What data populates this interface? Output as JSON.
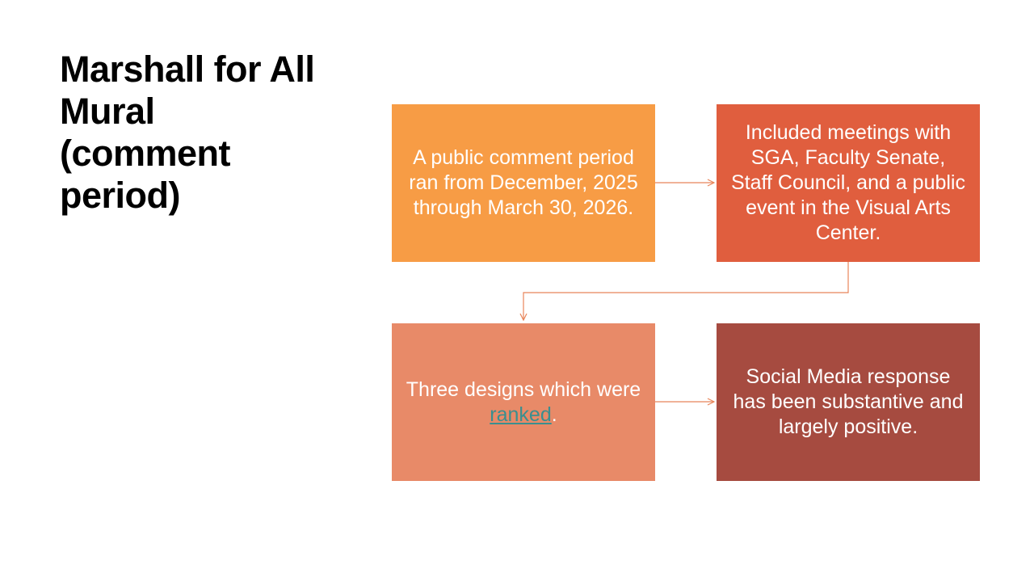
{
  "slide": {
    "title": "Marshall for All Mural (comment period)"
  },
  "colors": {
    "step1": "#F79C45",
    "step2": "#E05E3E",
    "step3": "#E88A68",
    "step4": "#A64B40",
    "connector": "#E8855A",
    "link": "#3A8F8F"
  },
  "process": {
    "steps": [
      {
        "text": "A public comment period ran from December, 2025 through March 30, 2026."
      },
      {
        "text": "Included meetings with SGA, Faculty Senate, Staff Council, and a public event in the Visual Arts Center."
      },
      {
        "text_before": "Three designs which were ",
        "link_text": "ranked",
        "text_after": "."
      },
      {
        "text": "Social Media response has been substantive and largely positive."
      }
    ]
  }
}
